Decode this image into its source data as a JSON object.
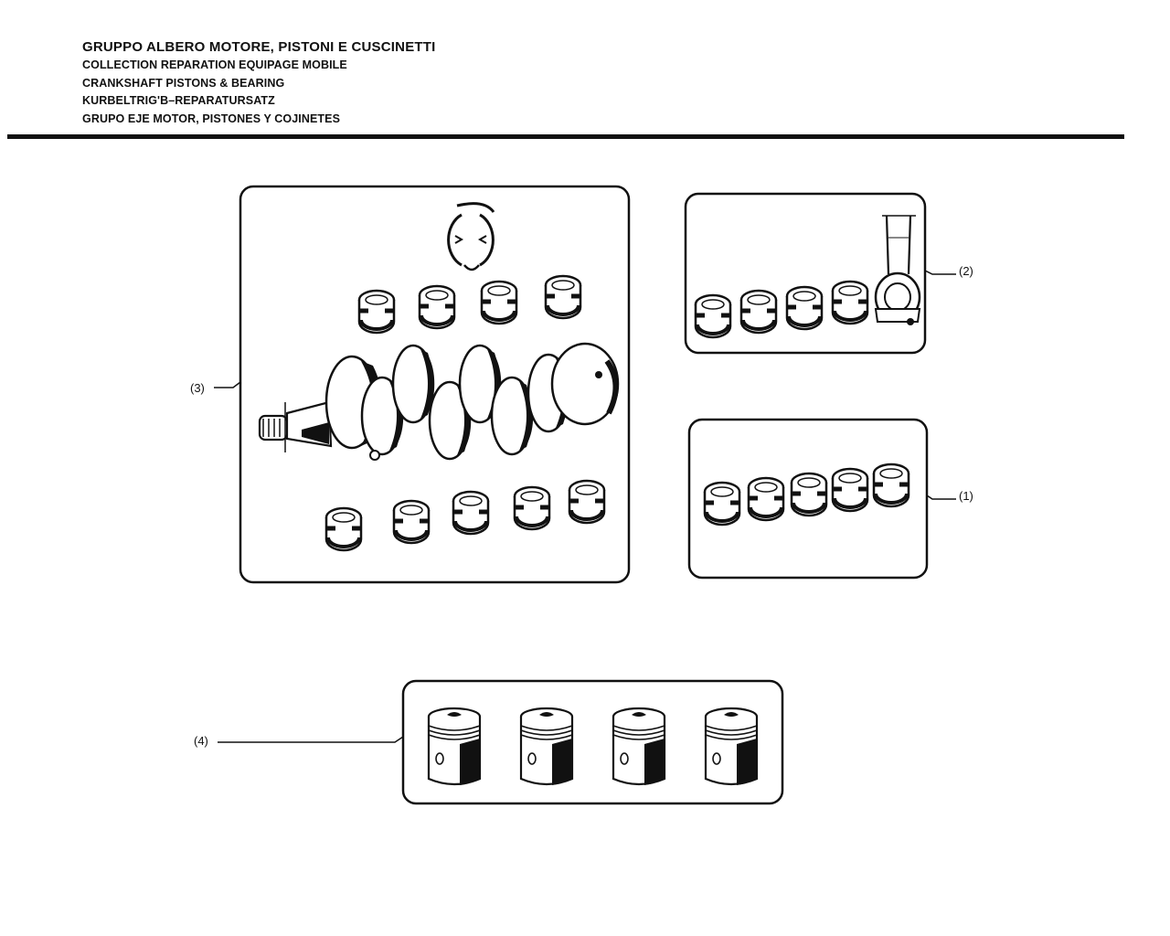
{
  "header": {
    "title_it": "GRUPPO ALBERO MOTORE, PISTONI E CUSCINETTI",
    "title_fr": "COLLECTION REPARATION EQUIPAGE MOBILE",
    "title_en": "CRANKSHAFT PISTONS & BEARING",
    "title_de": "KURBELTRIG'B–REPARATURSATZ",
    "title_es": "GRUPO EJE MOTOR, PISTONES Y COJINETES"
  },
  "callouts": {
    "c1": "(1)",
    "c2": "(2)",
    "c3": "(3)",
    "c4": "(4)"
  }
}
